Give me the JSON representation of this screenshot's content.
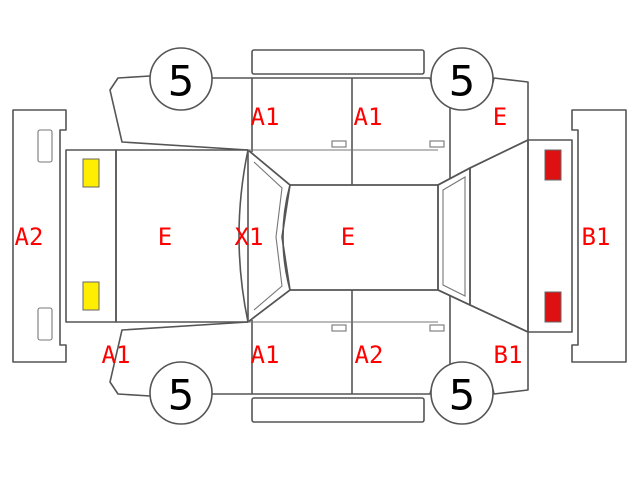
{
  "labels": {
    "a2_rear_bumper": "A2",
    "e_rear": "E",
    "x1_rear_glass": "X1",
    "e_roof": "E",
    "b1_front_bumper": "B1",
    "a1_left_rear_door": "A1",
    "a1_left_front_door": "A1",
    "e_left_fender": "E",
    "a1_right_quarter": "A1",
    "a1_right_rear_door": "A1",
    "a2_right_front_door": "A2",
    "b1_right_fender": "B1"
  },
  "wheels": {
    "top_left": "5",
    "top_right": "5",
    "bottom_left": "5",
    "bottom_right": "5"
  },
  "colors": {
    "label": "#ff0000",
    "outline": "#555555",
    "yellow_mark": "#ffee00",
    "red_mark": "#dd1111"
  }
}
